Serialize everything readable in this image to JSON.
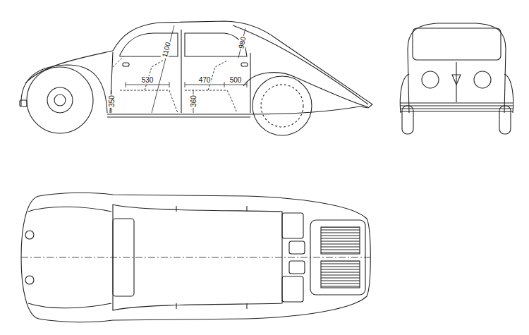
{
  "diagram": {
    "labels": [
      "1100",
      "980",
      "530",
      "470",
      "500",
      "350",
      "360"
    ]
  }
}
